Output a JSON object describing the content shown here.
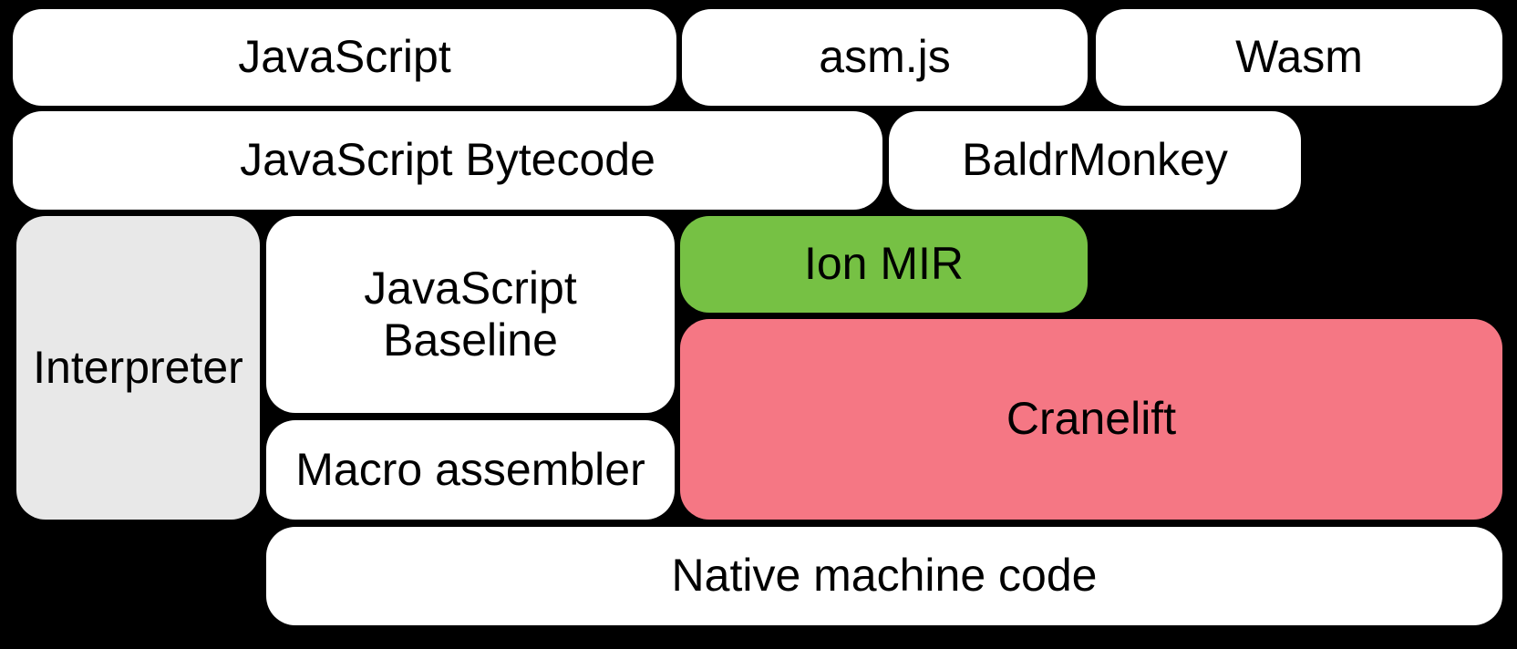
{
  "colors": {
    "background": "#000000",
    "white_box": "#ffffff",
    "gray_box": "#e8e8e8",
    "green_box": "#76c144",
    "pink_box": "#f57784",
    "text": "#000000"
  },
  "nodes": [
    {
      "id": "javascript",
      "label": "JavaScript",
      "fill": "white_box"
    },
    {
      "id": "asm-js",
      "label": "asm.js",
      "fill": "white_box"
    },
    {
      "id": "wasm",
      "label": "Wasm",
      "fill": "white_box"
    },
    {
      "id": "javascript-bytecode",
      "label": "JavaScript Bytecode",
      "fill": "white_box"
    },
    {
      "id": "baldrmonkey",
      "label": "BaldrMonkey",
      "fill": "white_box"
    },
    {
      "id": "interpreter",
      "label": "Interpreter",
      "fill": "gray_box"
    },
    {
      "id": "javascript-baseline",
      "label": "JavaScript Baseline",
      "fill": "white_box"
    },
    {
      "id": "ion-mir",
      "label": "Ion MIR",
      "fill": "green_box"
    },
    {
      "id": "cranelift",
      "label": "Cranelift",
      "fill": "pink_box"
    },
    {
      "id": "macro-assembler",
      "label": "Macro assembler",
      "fill": "white_box"
    },
    {
      "id": "native-machine-code",
      "label": "Native machine code",
      "fill": "white_box"
    }
  ]
}
